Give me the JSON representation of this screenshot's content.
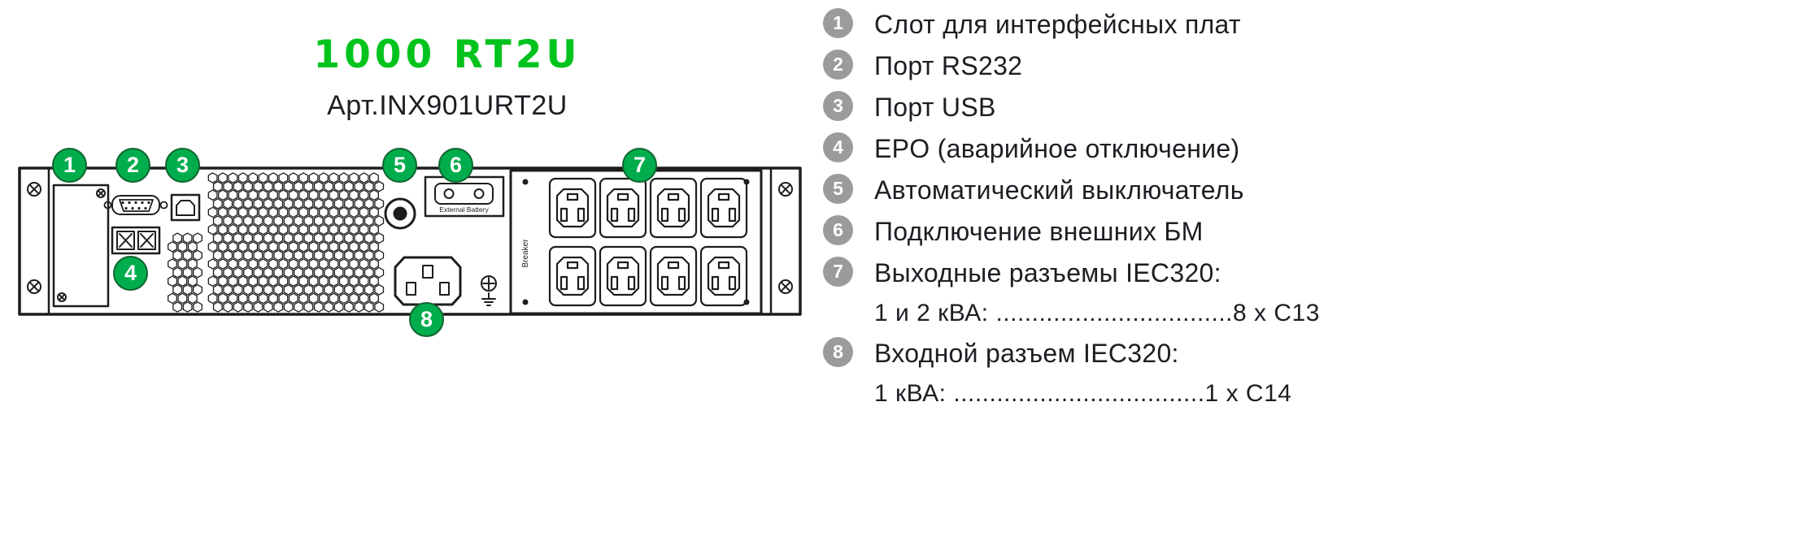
{
  "colors": {
    "title_green": "#00c41d",
    "badge_green": "#00ad4c",
    "legend_badge_gray": "#9b9b9b",
    "text_dark": "#1d1d23",
    "line_dark": "#1d1d1b"
  },
  "header": {
    "title": "1000 RT2U",
    "subtitle": "Арт.INX901URT2U"
  },
  "diagram": {
    "badges": [
      "1",
      "2",
      "3",
      "4",
      "5",
      "6",
      "7",
      "8"
    ],
    "external_battery_label": "External Battery",
    "breaker_label": "Breaker"
  },
  "legend": {
    "items": [
      {
        "num": "1",
        "text": "Слот для интерфейсных плат"
      },
      {
        "num": "2",
        "text": "Порт RS232"
      },
      {
        "num": "3",
        "text": "Порт USB"
      },
      {
        "num": "4",
        "text": "EPO (аварийное отключение)"
      },
      {
        "num": "5",
        "text": "Автоматический выключатель"
      },
      {
        "num": "6",
        "text": "Подключение внешних БМ"
      },
      {
        "num": "7",
        "text": "Выходные разъемы IEC320:",
        "sub": "1 и 2 кВА: .................................8 х С13"
      },
      {
        "num": "8",
        "text": "Входной разъем IEC320:",
        "sub": "1 кВА: ...................................1 х С14"
      }
    ]
  }
}
